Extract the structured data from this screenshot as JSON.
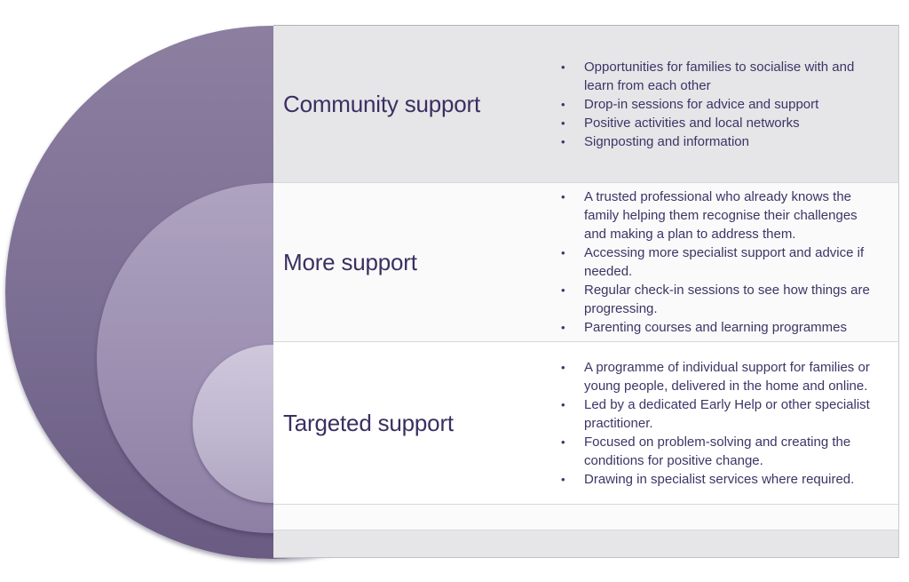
{
  "rows": [
    {
      "title": "Community support",
      "bullets": [
        "Opportunities for families to socialise with and learn from each other",
        "Drop-in sessions for advice and support",
        "Positive activities and local networks",
        "Signposting and information"
      ]
    },
    {
      "title": "More support",
      "bullets": [
        "A trusted professional who already knows the family helping them recognise their challenges and making a plan to address them.",
        "Accessing more specialist support and advice if needed.",
        "Regular check-in sessions to see how things are progressing.",
        "Parenting courses and learning programmes"
      ]
    },
    {
      "title": "Targeted support",
      "bullets": [
        "A programme of individual support for families or young people, delivered in the home and online.",
        "Led by a dedicated Early Help or other specialist practitioner.",
        "Focused on problem-solving and creating the conditions for positive change.",
        "Drawing in specialist services where required."
      ]
    }
  ],
  "colors": {
    "title_text": "#3a3060",
    "bullet_text": "#3e3466",
    "circle_outer_top": "#8c7fa0",
    "circle_outer_bottom": "#695b81",
    "circle_middle_top": "#aea3c0",
    "circle_middle_bottom": "#8d80a4",
    "circle_inner_top": "#cfc8dc",
    "circle_inner_bottom": "#b0a6c2",
    "row_gray_background": "#e6e5e8",
    "row_light_background": "#fafafa",
    "row_white_background": "#ffffff"
  }
}
